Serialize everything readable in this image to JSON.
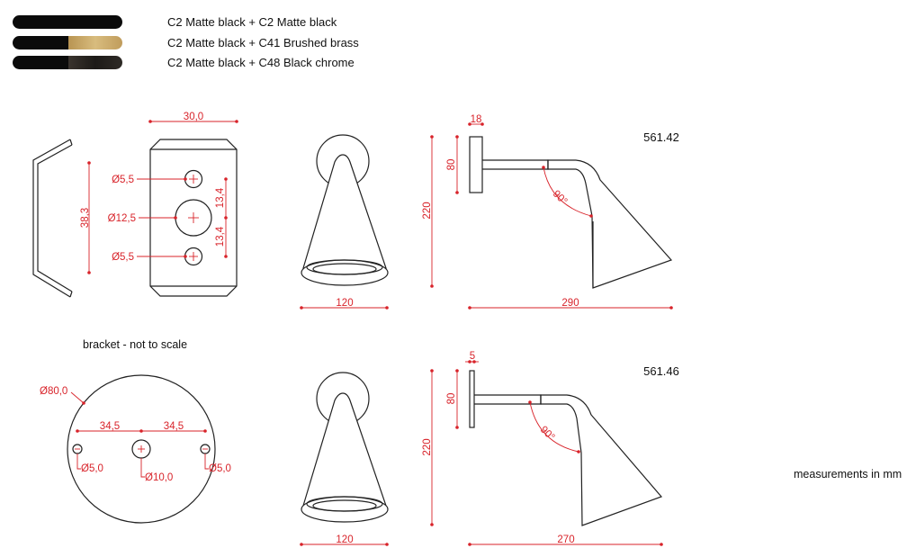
{
  "colors": {
    "outline": "#222222",
    "dimension": "#d8232a",
    "matte_black": "#0b0b0b",
    "brushed_brass": "#c9a96a",
    "black_chrome": "#2e2a26"
  },
  "legend": [
    {
      "label": "C2 Matte black + C2 Matte black",
      "accent": "matte_black"
    },
    {
      "label": "C2 Matte black + C41 Brushed brass",
      "accent": "brushed_brass"
    },
    {
      "label": "C2 Matte black + C48 Black chrome",
      "accent": "black_chrome"
    }
  ],
  "notes": {
    "bracket": "bracket - not to scale",
    "units": "measurements in mm"
  },
  "bracket": {
    "width": "30,0",
    "height": "38,3",
    "hole_small_top": "Ø5,5",
    "hole_large": "Ø12,5",
    "hole_small_bottom": "Ø5,5",
    "spacing_top": "13,4",
    "spacing_bottom": "13,4"
  },
  "wall_plate": {
    "diameter": "Ø80,0",
    "spacing_left": "34,5",
    "spacing_right": "34,5",
    "hole_left": "Ø5,0",
    "hole_center": "Ø10,0",
    "hole_right": "Ø5,0"
  },
  "model_top": {
    "code": "561.42",
    "front_width": "120",
    "side_height": "220",
    "plate_depth": "18",
    "plate_height": "80",
    "angle": "90°",
    "projection": "290"
  },
  "model_bottom": {
    "code": "561.46",
    "front_width": "120",
    "side_height": "220",
    "plate_depth": "5",
    "plate_height": "80",
    "angle": "90°",
    "projection": "270"
  }
}
